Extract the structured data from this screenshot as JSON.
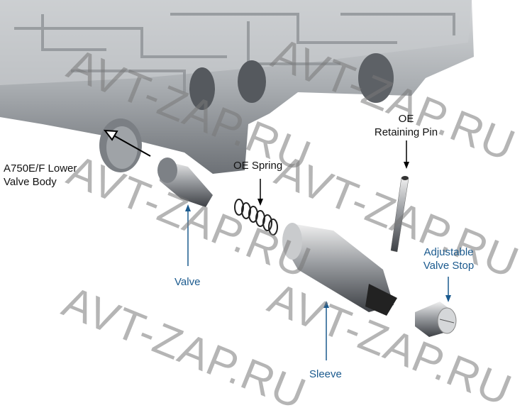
{
  "labels": {
    "valve_body": [
      "A750E/F Lower",
      "Valve Body"
    ],
    "oe_spring": "OE Spring",
    "oe_retaining_pin": [
      "OE",
      "Retaining Pin"
    ],
    "valve": "Valve",
    "adjustable_valve_stop": [
      "Adjustable",
      "Valve Stop"
    ],
    "sleeve": "Sleeve"
  },
  "watermark": "AVT-ZAP.RU",
  "colors": {
    "accent_label": "#1b5a8e",
    "metal": "#b8bcc0"
  }
}
